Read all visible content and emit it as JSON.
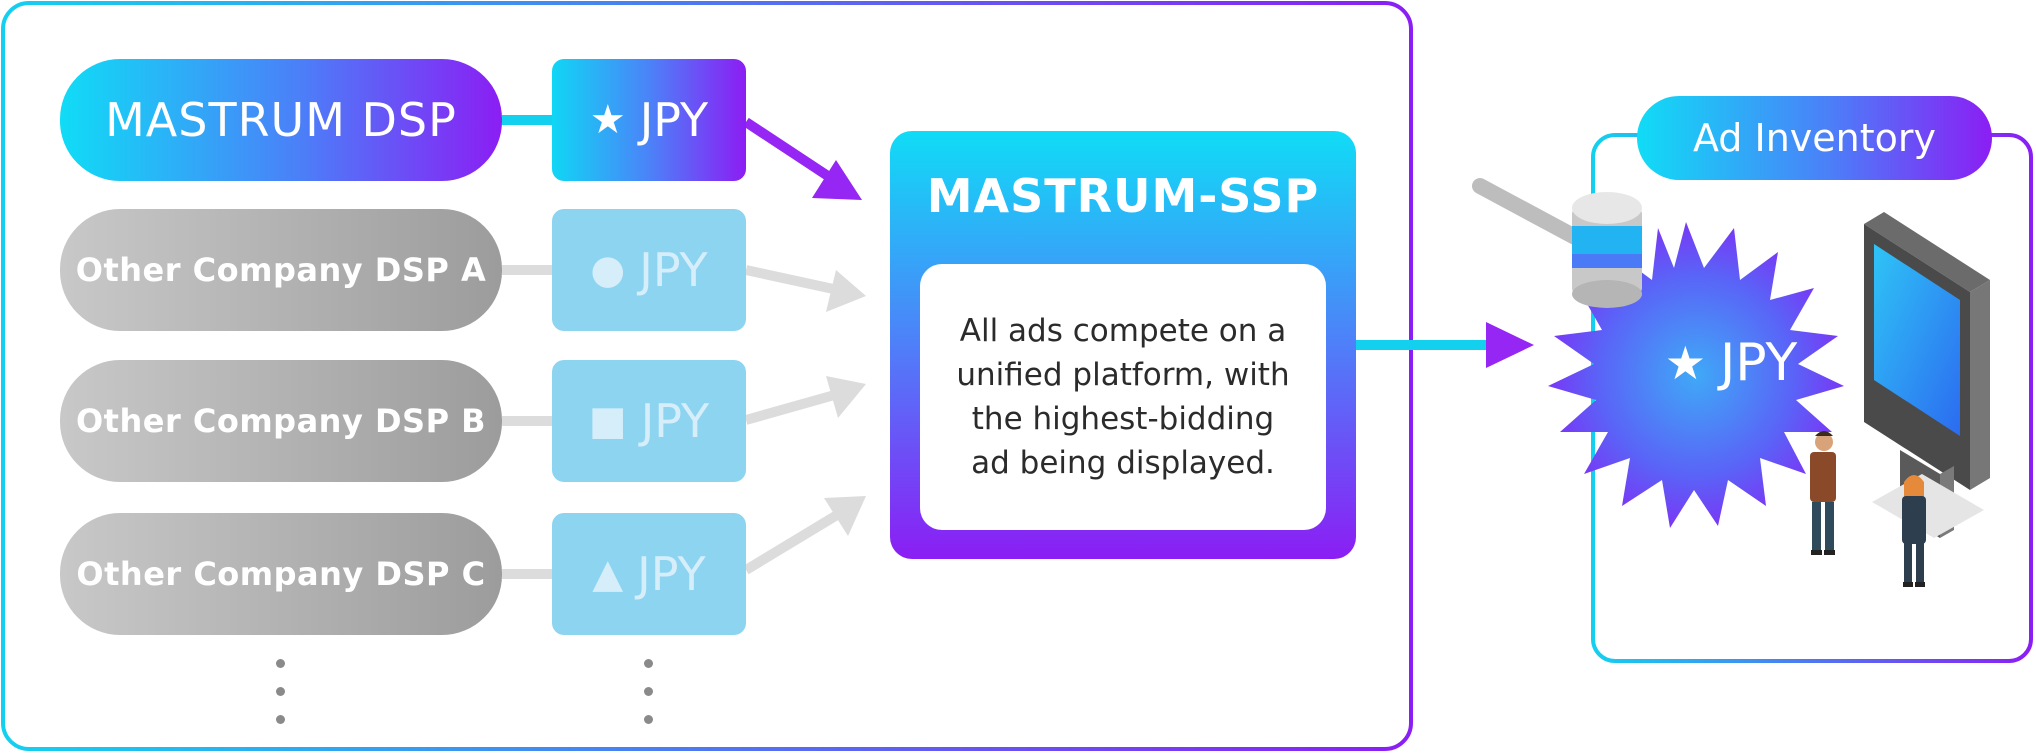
{
  "main_dsp": {
    "label": "MASTRUM DSP",
    "bid_symbol": "★",
    "bid_currency": "JPY"
  },
  "other_dsps": [
    {
      "label": "Other Company DSP A",
      "bid_symbol": "●",
      "bid_currency": "JPY"
    },
    {
      "label": "Other Company DSP B",
      "bid_symbol": "■",
      "bid_currency": "JPY"
    },
    {
      "label": "Other Company DSP C",
      "bid_symbol": "▲",
      "bid_currency": "JPY"
    }
  ],
  "ssp": {
    "title": "MASTRUM-SSP",
    "description": "All ads compete on a unified platform, with the highest-bidding ad being displayed."
  },
  "inventory": {
    "title": "Ad Inventory",
    "winning_symbol": "★",
    "winning_currency": "JPY"
  },
  "colors": {
    "cyan": "#13d0ef",
    "blue": "#4c7ef8",
    "purple": "#8b1ef4",
    "gray_pill": "#aeaeae",
    "light_blue_bid": "#8dd4f1",
    "gray_arrow": "#dcdcdc"
  }
}
